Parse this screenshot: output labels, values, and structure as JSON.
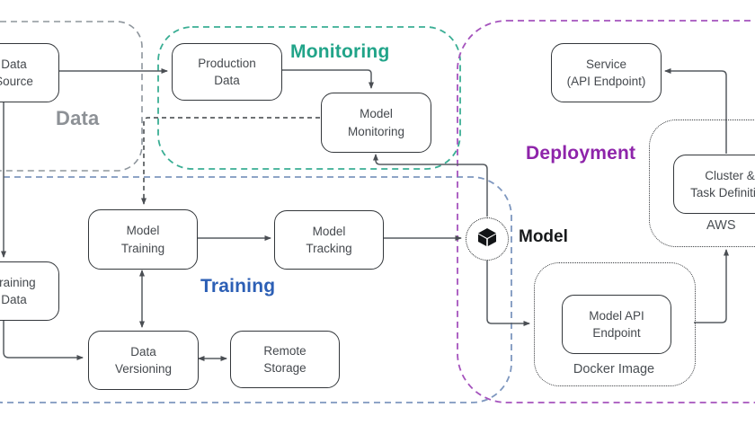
{
  "regions": {
    "data": {
      "label": "Data",
      "color": "#8d9196",
      "border_color": "#8e959c"
    },
    "monitoring": {
      "label": "Monitoring",
      "color": "#21a489",
      "border_color": "#3aae94"
    },
    "training": {
      "label": "Training",
      "color": "#2c5fb5",
      "border_color": "#7e97bf"
    },
    "deployment": {
      "label": "Deployment",
      "color": "#8e24aa",
      "border_color": "#a553bd"
    }
  },
  "nodes": {
    "data_source": "Data\nSource",
    "production_data": "Production\nData",
    "model_monitoring": "Model\nMonitoring",
    "model_training": "Model\nTraining",
    "model_tracking": "Model\nTracking",
    "training_data": "Training\nData",
    "data_versioning": "Data\nVersioning",
    "remote_storage": "Remote\nStorage",
    "service": "Service\n(API Endpoint)",
    "cluster_task": "Cluster &\nTask Definition",
    "model_api": "Model API\nEndpoint"
  },
  "containers": {
    "docker": "Docker Image",
    "aws": "AWS"
  },
  "model_badge": {
    "label": "Model",
    "icon": "cube-icon"
  },
  "connections": [
    {
      "from": "Data Source",
      "to": "Production Data",
      "style": "solid"
    },
    {
      "from": "Data Source",
      "to": "Training Data",
      "style": "solid"
    },
    {
      "from": "Training Data",
      "to": "Data Versioning",
      "style": "solid"
    },
    {
      "from": "Model Training",
      "to": "Data Versioning",
      "style": "solid-double"
    },
    {
      "from": "Data Versioning",
      "to": "Remote Storage",
      "style": "solid-double"
    },
    {
      "from": "Model Training",
      "to": "Model Tracking",
      "style": "solid"
    },
    {
      "from": "Model Tracking",
      "to": "Model",
      "style": "solid"
    },
    {
      "from": "Production Data",
      "to": "Model Monitoring",
      "style": "solid"
    },
    {
      "from": "Model",
      "to": "Model Monitoring",
      "style": "solid"
    },
    {
      "from": "Model Monitoring",
      "to": "Model Training",
      "style": "dashed"
    },
    {
      "from": "Model",
      "to": "Docker Image",
      "style": "solid"
    },
    {
      "from": "Docker Image",
      "to": "AWS",
      "style": "solid"
    },
    {
      "from": "Cluster & Task Definition",
      "to": "Service (API Endpoint)",
      "style": "solid"
    }
  ]
}
